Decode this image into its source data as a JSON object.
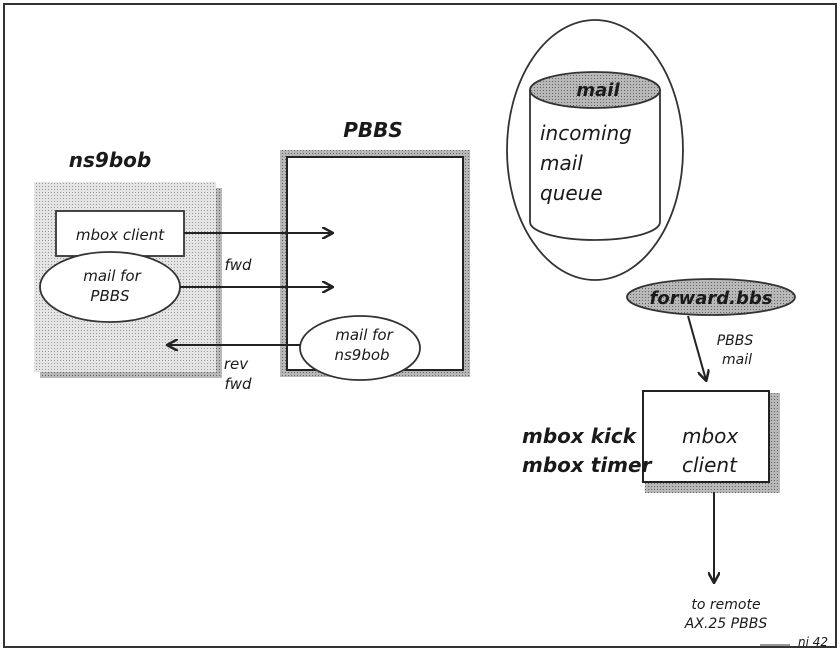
{
  "left_diagram": {
    "ns9bob_title": "ns9bob",
    "pbbs_title": "PBBS",
    "mbox_client_box": "mbox client",
    "mail_for_pbbs_line1": "mail for",
    "mail_for_pbbs_line2": "PBBS",
    "fwd_label": "fwd",
    "mail_for_ns9bob_line1": "mail for",
    "mail_for_ns9bob_line2": "ns9bob",
    "rev_fwd_line1": "rev",
    "rev_fwd_line2": "fwd"
  },
  "right_diagram": {
    "cylinder_top_label": "mail",
    "queue_line1": "incoming",
    "queue_line2": "mail",
    "queue_line3": "queue",
    "forward_file": "forward.bbs",
    "pbbs_mail_line1": "PBBS",
    "pbbs_mail_line2": "mail",
    "mbox_kick": "mbox kick",
    "mbox_timer": "mbox timer",
    "mbox_client_line1": "mbox",
    "mbox_client_line2": "client",
    "remote_line1": "to remote",
    "remote_line2": "AX.25 PBBS"
  },
  "figure_id": "ni 42"
}
